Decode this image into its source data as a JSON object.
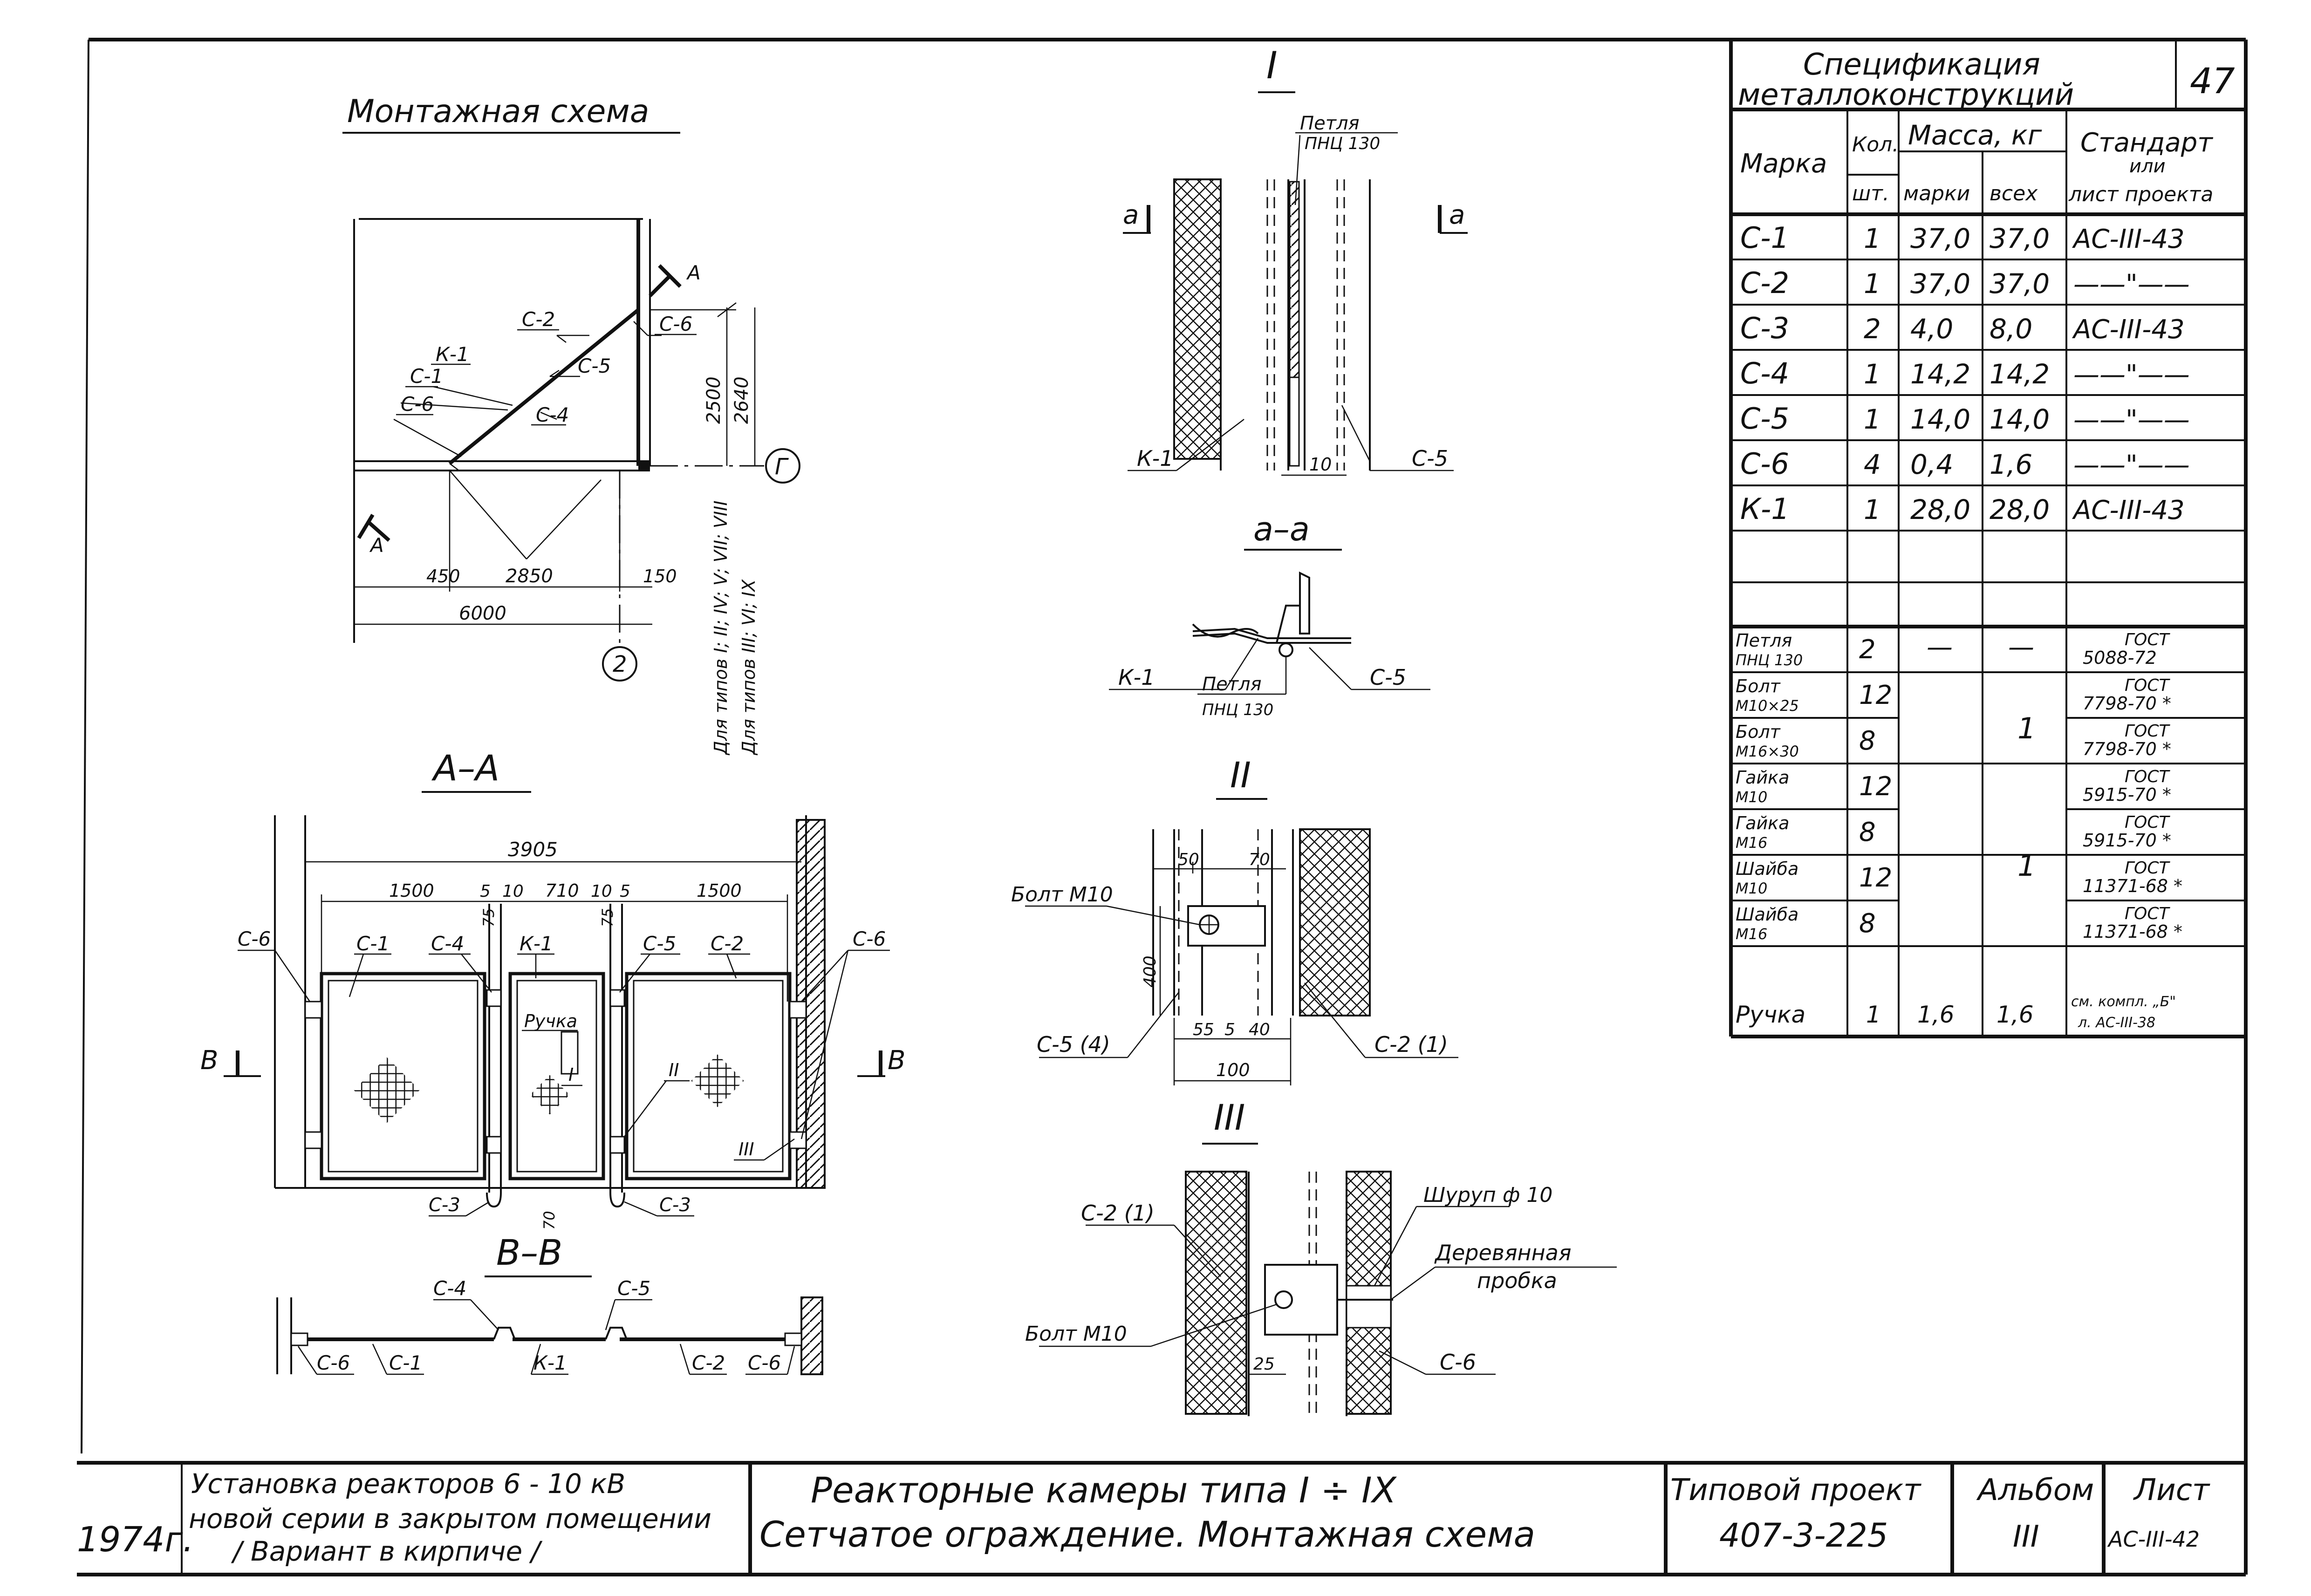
{
  "headings": {
    "montage": "Монтажная схема",
    "detail1": "I",
    "detail2": "II",
    "detail3": "III",
    "section_aa_small": "а–а",
    "section_AA": "А–А",
    "section_BB": "В–В"
  },
  "plan": {
    "labels": [
      "С-2",
      "С-5",
      "К-1",
      "С-1",
      "С-6",
      "С-4",
      "С-6"
    ],
    "cut_A": "А",
    "dim_2500": "2500",
    "dim_2640": "2640",
    "dim_450": "450",
    "dim_2850": "2850",
    "dim_150": "150",
    "dim_6000": "6000",
    "axis_G": "Г",
    "axis_2": "2",
    "note_types_1": "Для типов I; II; IV; V; VII; VIII",
    "note_types_2": "Для типов III; VI; IX"
  },
  "detail1": {
    "loop_label": "Петля",
    "loop_spec": "ПНЦ 130",
    "cut_a": "а",
    "k1": "К-1",
    "c5": "С-5",
    "dim10": "10"
  },
  "section_aa": {
    "k1": "К-1",
    "loop": "Петля",
    "loop_spec": "ПНЦ 130",
    "c5": "С-5"
  },
  "detail2": {
    "bolt": "Болт М10",
    "d50": "50",
    "d70": "70",
    "d400": "400",
    "d55": "55",
    "d5": "5",
    "d40": "40",
    "d100": "100",
    "c5": "С-5 (4)",
    "c2": "С-2 (1)"
  },
  "detail3": {
    "c2": "С-2 (1)",
    "screw": "Шуруп ф 10",
    "plug1": "Деревянная",
    "plug2": "пробка",
    "bolt": "Болт М10",
    "d25": "25",
    "c6": "С-6"
  },
  "section_AA": {
    "total": "3905",
    "dims": [
      "1500",
      "5",
      "10",
      "710",
      "10",
      "5",
      "1500"
    ],
    "d75a": "75",
    "d75b": "75",
    "labels_top": [
      "С-1",
      "С-4",
      "К-1",
      "С-5",
      "С-2"
    ],
    "c6_left": "С-6",
    "c6_right": "С-6",
    "handle": "Ручка",
    "mark1": "I",
    "mark2": "II",
    "mark3": "III",
    "c3_left": "С-3",
    "c3_right": "С-3",
    "d70": "70",
    "cutB_left": "В",
    "cutB_right": "В"
  },
  "section_BB": {
    "c4": "С-4",
    "c5": "С-5",
    "bottom": [
      "С-6",
      "С-1",
      "К-1",
      "С-2",
      "С-6"
    ]
  },
  "spec": {
    "title1": "Спецификация",
    "title2": "металлоконструкций",
    "sheet_no": "47",
    "h_mark": "Марка",
    "h_qty1": "Кол.",
    "h_qty2": "шт.",
    "h_mass": "Масса, кг",
    "h_mass_each": "марки",
    "h_mass_all": "всех",
    "h_std1": "Стандарт",
    "h_std2": "или",
    "h_std3": "лист проекта",
    "rows": [
      {
        "mark": "С-1",
        "qty": "1",
        "m1": "37,0",
        "m2": "37,0",
        "std": "АС-III-43"
      },
      {
        "mark": "С-2",
        "qty": "1",
        "m1": "37,0",
        "m2": "37,0",
        "std": "——\"——"
      },
      {
        "mark": "С-3",
        "qty": "2",
        "m1": "4,0",
        "m2": "8,0",
        "std": "АС-III-43"
      },
      {
        "mark": "С-4",
        "qty": "1",
        "m1": "14,2",
        "m2": "14,2",
        "std": "——\"——"
      },
      {
        "mark": "С-5",
        "qty": "1",
        "m1": "14,0",
        "m2": "14,0",
        "std": "——\"——"
      },
      {
        "mark": "С-6",
        "qty": "4",
        "m1": "0,4",
        "m2": "1,6",
        "std": "——\"——"
      },
      {
        "mark": "К-1",
        "qty": "1",
        "m1": "28,0",
        "m2": "28,0",
        "std": "АС-III-43"
      }
    ],
    "hw": [
      {
        "n1": "Петля",
        "n2": "ПНЦ 130",
        "qty": "2",
        "m1": "—",
        "m2": "—",
        "s1": "ГОСТ",
        "s2": "5088-72"
      },
      {
        "n1": "Болт",
        "n2": "М10×25",
        "qty": "12",
        "m1": "",
        "m2": "",
        "s1": "ГОСТ",
        "s2": "7798-70 *"
      },
      {
        "n1": "Болт",
        "n2": "М16×30",
        "qty": "8",
        "m1": "",
        "m2": "",
        "s1": "ГОСТ",
        "s2": "7798-70 *"
      },
      {
        "n1": "Гайка",
        "n2": "М10",
        "qty": "12",
        "m1": "",
        "m2": "",
        "s1": "ГОСТ",
        "s2": "5915-70 *"
      },
      {
        "n1": "Гайка",
        "n2": "М16",
        "qty": "8",
        "m1": "",
        "m2": "",
        "s1": "ГОСТ",
        "s2": "5915-70 *"
      },
      {
        "n1": "Шайба",
        "n2": "М10",
        "qty": "12",
        "m1": "",
        "m2": "",
        "s1": "ГОСТ",
        "s2": "11371-68 *"
      },
      {
        "n1": "Шайба",
        "n2": "М16",
        "qty": "8",
        "m1": "",
        "m2": "",
        "s1": "ГОСТ",
        "s2": "11371-68 *"
      }
    ],
    "bolts_total": "1",
    "nuts_total": "1",
    "handle": {
      "mark": "Ручка",
      "qty": "1",
      "m1": "1,6",
      "m2": "1,6",
      "s1": "см. компл. „Б\"",
      "s2": "л. АС-III-38"
    }
  },
  "stamp": {
    "year": "1974г.",
    "subject1": "Установка реакторов 6 - 10 кВ",
    "subject2": "новой серии в закрытом помещении",
    "subject3": "/ Вариант в кирпиче /",
    "title1": "Реакторные камеры типа I ÷ IX",
    "title2": "Сетчатое ограждение. Монтажная схема",
    "proj1": "Типовой проект",
    "proj2": "407-3-225",
    "album1": "Альбом",
    "album2": "III",
    "sheet1": "Лист",
    "sheet2": "АС-III-42"
  }
}
